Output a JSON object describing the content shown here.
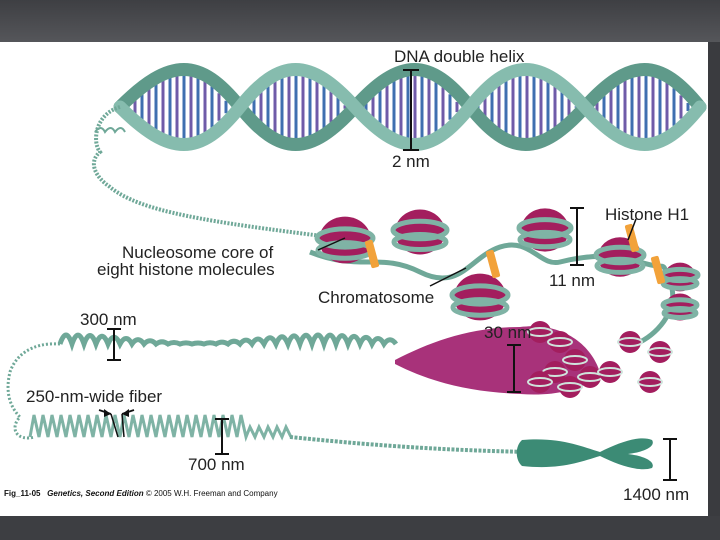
{
  "labels": {
    "dna_double_helix": "DNA double helix",
    "two_nm": "2 nm",
    "histone_h1": "Histone H1",
    "nucleosome_line1": "Nucleosome core of",
    "nucleosome_line2": "eight histone molecules",
    "eleven_nm": "11 nm",
    "chromatosome": "Chromatosome",
    "three_hundred_nm": "300 nm",
    "thirty_nm": "30 nm",
    "fiber_250": "250-nm-wide fiber",
    "seven_hundred_nm": "700 nm",
    "fourteen_hundred_nm": "1400 nm"
  },
  "caption": {
    "fig": "Fig_11-05",
    "book": "Genetics, Second Edition",
    "rest": "© 2005 W.H. Freeman and Company"
  },
  "colors": {
    "strand_teal": "#7fb3a5",
    "strand_dark": "#4d8d7c",
    "base_purple": "#6f5ba8",
    "base_blue": "#3f6fb0",
    "histone_magenta": "#a31e5e",
    "histone_h1_orange": "#f2a23a",
    "chromosome_green": "#3c8b75"
  }
}
